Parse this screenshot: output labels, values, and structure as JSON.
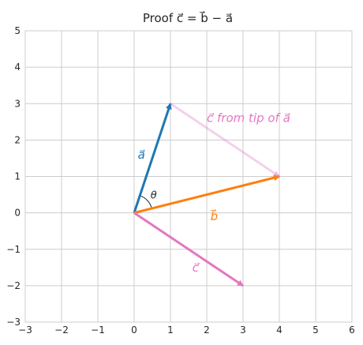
{
  "chart_data": {
    "type": "vector-diagram",
    "title": "Proof c⃗ = b⃗ − a⃗",
    "xlim": [
      -3,
      6
    ],
    "ylim": [
      -3,
      5
    ],
    "x_ticks": [
      "−3",
      "−2",
      "−1",
      "0",
      "1",
      "2",
      "3",
      "4",
      "5",
      "6"
    ],
    "y_ticks": [
      "−3",
      "−2",
      "−1",
      "0",
      "1",
      "2",
      "3",
      "4",
      "5"
    ],
    "x_tick_values": [
      -3,
      -2,
      -1,
      0,
      1,
      2,
      3,
      4,
      5,
      6
    ],
    "y_tick_values": [
      -3,
      -2,
      -1,
      0,
      1,
      2,
      3,
      4,
      5
    ],
    "grid": true,
    "vectors": [
      {
        "id": "a",
        "label": "a⃗",
        "from": [
          0,
          0
        ],
        "to": [
          1,
          3
        ],
        "color": "#1f77b4",
        "label_at": [
          0.1,
          1.6
        ]
      },
      {
        "id": "b",
        "label": "b⃗",
        "from": [
          0,
          0
        ],
        "to": [
          4,
          1
        ],
        "color": "#ff7f0e",
        "label_at": [
          2.1,
          -0.1
        ]
      },
      {
        "id": "c",
        "label": "c⃗",
        "from": [
          0,
          0
        ],
        "to": [
          3,
          -2
        ],
        "color": "#e377c2",
        "label_at": [
          1.6,
          -1.5
        ]
      },
      {
        "id": "c_tip",
        "label": "c⃗ from tip of a⃗",
        "from": [
          1,
          3
        ],
        "to": [
          4,
          1
        ],
        "color": "#e377c2",
        "opacity": 0.35,
        "label_at": [
          2.0,
          2.6
        ]
      }
    ],
    "angle": {
      "label": "θ",
      "label_at": [
        0.45,
        0.5
      ],
      "radius": 0.5
    }
  }
}
